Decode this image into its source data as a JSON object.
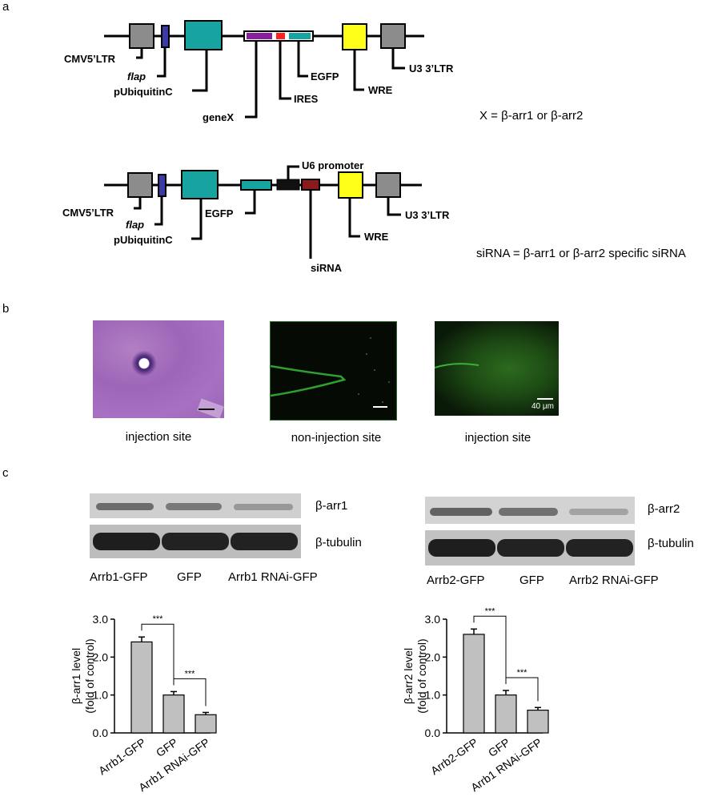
{
  "panels": {
    "a": "a",
    "b": "b",
    "c": "c"
  },
  "construct1": {
    "labels": {
      "cmv": "CMV5’LTR",
      "flap": "flap",
      "pubiq": "pUbiquitinC",
      "genex": "geneX",
      "ires": "IRES",
      "egfp": "EGFP",
      "wre": "WRE",
      "u3": "U3 3’LTR"
    },
    "note": "X = β-arr1 or β-arr2"
  },
  "construct2": {
    "labels": {
      "cmv": "CMV5’LTR",
      "flap": "flap",
      "pubiq": "pUbiquitinC",
      "egfp": "EGFP",
      "u6": "U6 promoter",
      "sirna": "siRNA",
      "wre": "WRE",
      "u3": "U3 3’LTR"
    },
    "note": "siRNA = β-arr1 or β-arr2 specific siRNA"
  },
  "colors": {
    "gray_box": "#8c8c8c",
    "flap": "#3b3ba8",
    "teal": "#17a3a0",
    "purple": "#8a1f9e",
    "red": "#ff2020",
    "yellow": "#ffff1a",
    "black": "#111111",
    "darkred": "#8b1a1a",
    "bar": "#c0c0c0"
  },
  "images": {
    "captions": [
      "injection site",
      "non-injection site",
      "injection site"
    ],
    "scale_label": "40 μm"
  },
  "blots": {
    "left": {
      "bands": [
        "β-arr1",
        "β-tubulin"
      ],
      "lanes": [
        "Arrb1-GFP",
        "GFP",
        "Arrb1 RNAi-GFP"
      ]
    },
    "right": {
      "bands": [
        "β-arr2",
        "β-tubulin"
      ],
      "lanes": [
        "Arrb2-GFP",
        "GFP",
        "Arrb2 RNAi-GFP"
      ]
    }
  },
  "chart_data": [
    {
      "type": "bar",
      "categories": [
        "Arrb1-GFP",
        "GFP",
        "Arrb1 RNAi-GFP"
      ],
      "values": [
        2.4,
        1.0,
        0.48
      ],
      "errors": [
        0.13,
        0.09,
        0.06
      ],
      "ylabel_lines": [
        "β-arr1 level",
        "(fold of control)"
      ],
      "yticks": [
        "0.0",
        "1.0",
        "2.0",
        "3.0"
      ],
      "ylim": [
        0,
        3.0
      ],
      "significance": [
        {
          "pair": [
            0,
            1
          ],
          "label": "***"
        },
        {
          "pair": [
            1,
            2
          ],
          "label": "***"
        }
      ]
    },
    {
      "type": "bar",
      "categories": [
        "Arrb2-GFP",
        "GFP",
        "Arrb1 RNAi-GFP"
      ],
      "values": [
        2.6,
        1.0,
        0.6
      ],
      "errors": [
        0.14,
        0.12,
        0.07
      ],
      "ylabel_lines": [
        "β-arr2 level",
        "(fold of control)"
      ],
      "yticks": [
        "0.0",
        "1.0",
        "2.0",
        "3.0"
      ],
      "ylim": [
        0,
        3.0
      ],
      "significance": [
        {
          "pair": [
            0,
            1
          ],
          "label": "***"
        },
        {
          "pair": [
            1,
            2
          ],
          "label": "***"
        }
      ]
    }
  ]
}
